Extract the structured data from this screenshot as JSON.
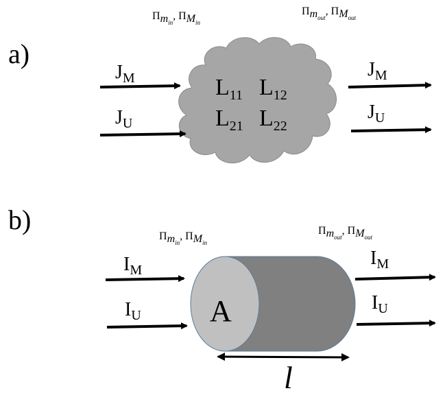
{
  "panel_a": {
    "label": "a)",
    "left_top": {
      "main": "J",
      "sub": "M"
    },
    "left_bottom": {
      "main": "J",
      "sub": "U"
    },
    "right_top": {
      "main": "J",
      "sub": "M"
    },
    "right_bottom": {
      "main": "J",
      "sub": "U"
    },
    "inlet_text": {
      "pi1": "Π",
      "m1": "m",
      "m1sub": "in",
      "sep": ", ",
      "pi2": "Π",
      "m2": "M",
      "m2sub": "in"
    },
    "outlet_text": {
      "pi1": "Π",
      "m1": "m",
      "m1sub": "out",
      "sep": ", ",
      "pi2": "Π",
      "m2": "M",
      "m2sub": "out"
    },
    "matrix": {
      "l11": {
        "main": "L",
        "sub": "11"
      },
      "l12": {
        "main": "L",
        "sub": "12"
      },
      "l21": {
        "main": "L",
        "sub": "21"
      },
      "l22": {
        "main": "L",
        "sub": "22"
      }
    },
    "cloud_color": "#a6a6a6"
  },
  "panel_b": {
    "label": "b)",
    "left_top": {
      "main": "I",
      "sub": "M"
    },
    "left_bottom": {
      "main": "I",
      "sub": "U"
    },
    "right_top": {
      "main": "I",
      "sub": "M"
    },
    "right_bottom": {
      "main": "I",
      "sub": "U"
    },
    "inlet_text": {
      "pi1": "Π",
      "m1": "m",
      "m1sub": "in",
      "sep": ", ",
      "pi2": "Π",
      "m2": "M",
      "m2sub": "in"
    },
    "outlet_text": {
      "pi1": "Π",
      "m1": "m",
      "m1sub": "out",
      "sep": ", ",
      "pi2": "Π",
      "m2": "M",
      "m2sub": "out"
    },
    "area_label": "A",
    "length_label": "l",
    "cylinder_body_color": "#808080",
    "cylinder_face_color": "#c0c0c0"
  }
}
